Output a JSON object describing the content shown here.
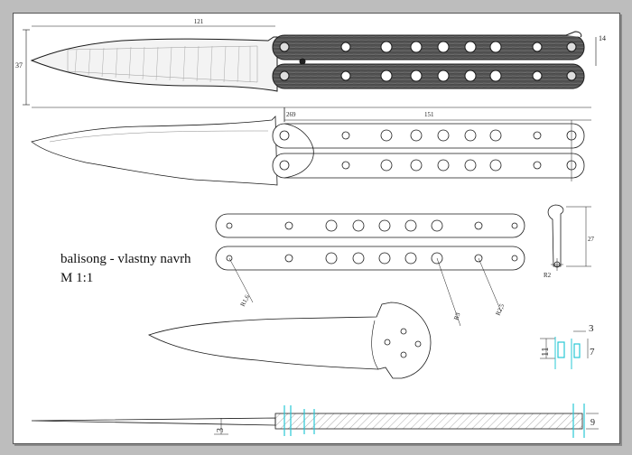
{
  "title": {
    "line1": "balisong - vlastny navrh",
    "line2": "M 1:1"
  },
  "dimensions": {
    "overall_length": "121",
    "blade_height": "37",
    "handle_width": "14",
    "pivot_offset": "269",
    "handle_length": "151",
    "latch_height": "27",
    "latch_radius": "R2",
    "hole_radius_small": "R1,6",
    "hole_radius_medium": "R3",
    "hole_radius_large": "R2,5",
    "thickness": "3",
    "pin_length": "11",
    "pin_head": "3",
    "pin_body": "7",
    "handle_thickness": "9"
  },
  "colors": {
    "line": "#1a1a1a",
    "handle_fill": "#5a5a5a",
    "bushing": "#29c8d6"
  }
}
